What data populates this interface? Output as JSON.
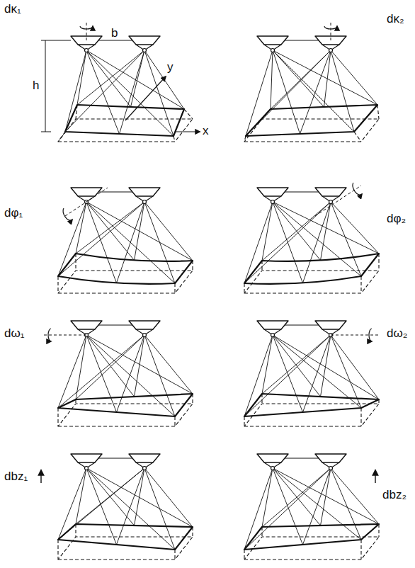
{
  "diagram": {
    "labels": [
      "dκ₁",
      "b",
      "h",
      "y",
      "x",
      "dκ₂",
      "dφ₁",
      "dφ₂",
      "dω₁",
      "dω₂",
      "dbz₁",
      "dbz₂"
    ]
  }
}
